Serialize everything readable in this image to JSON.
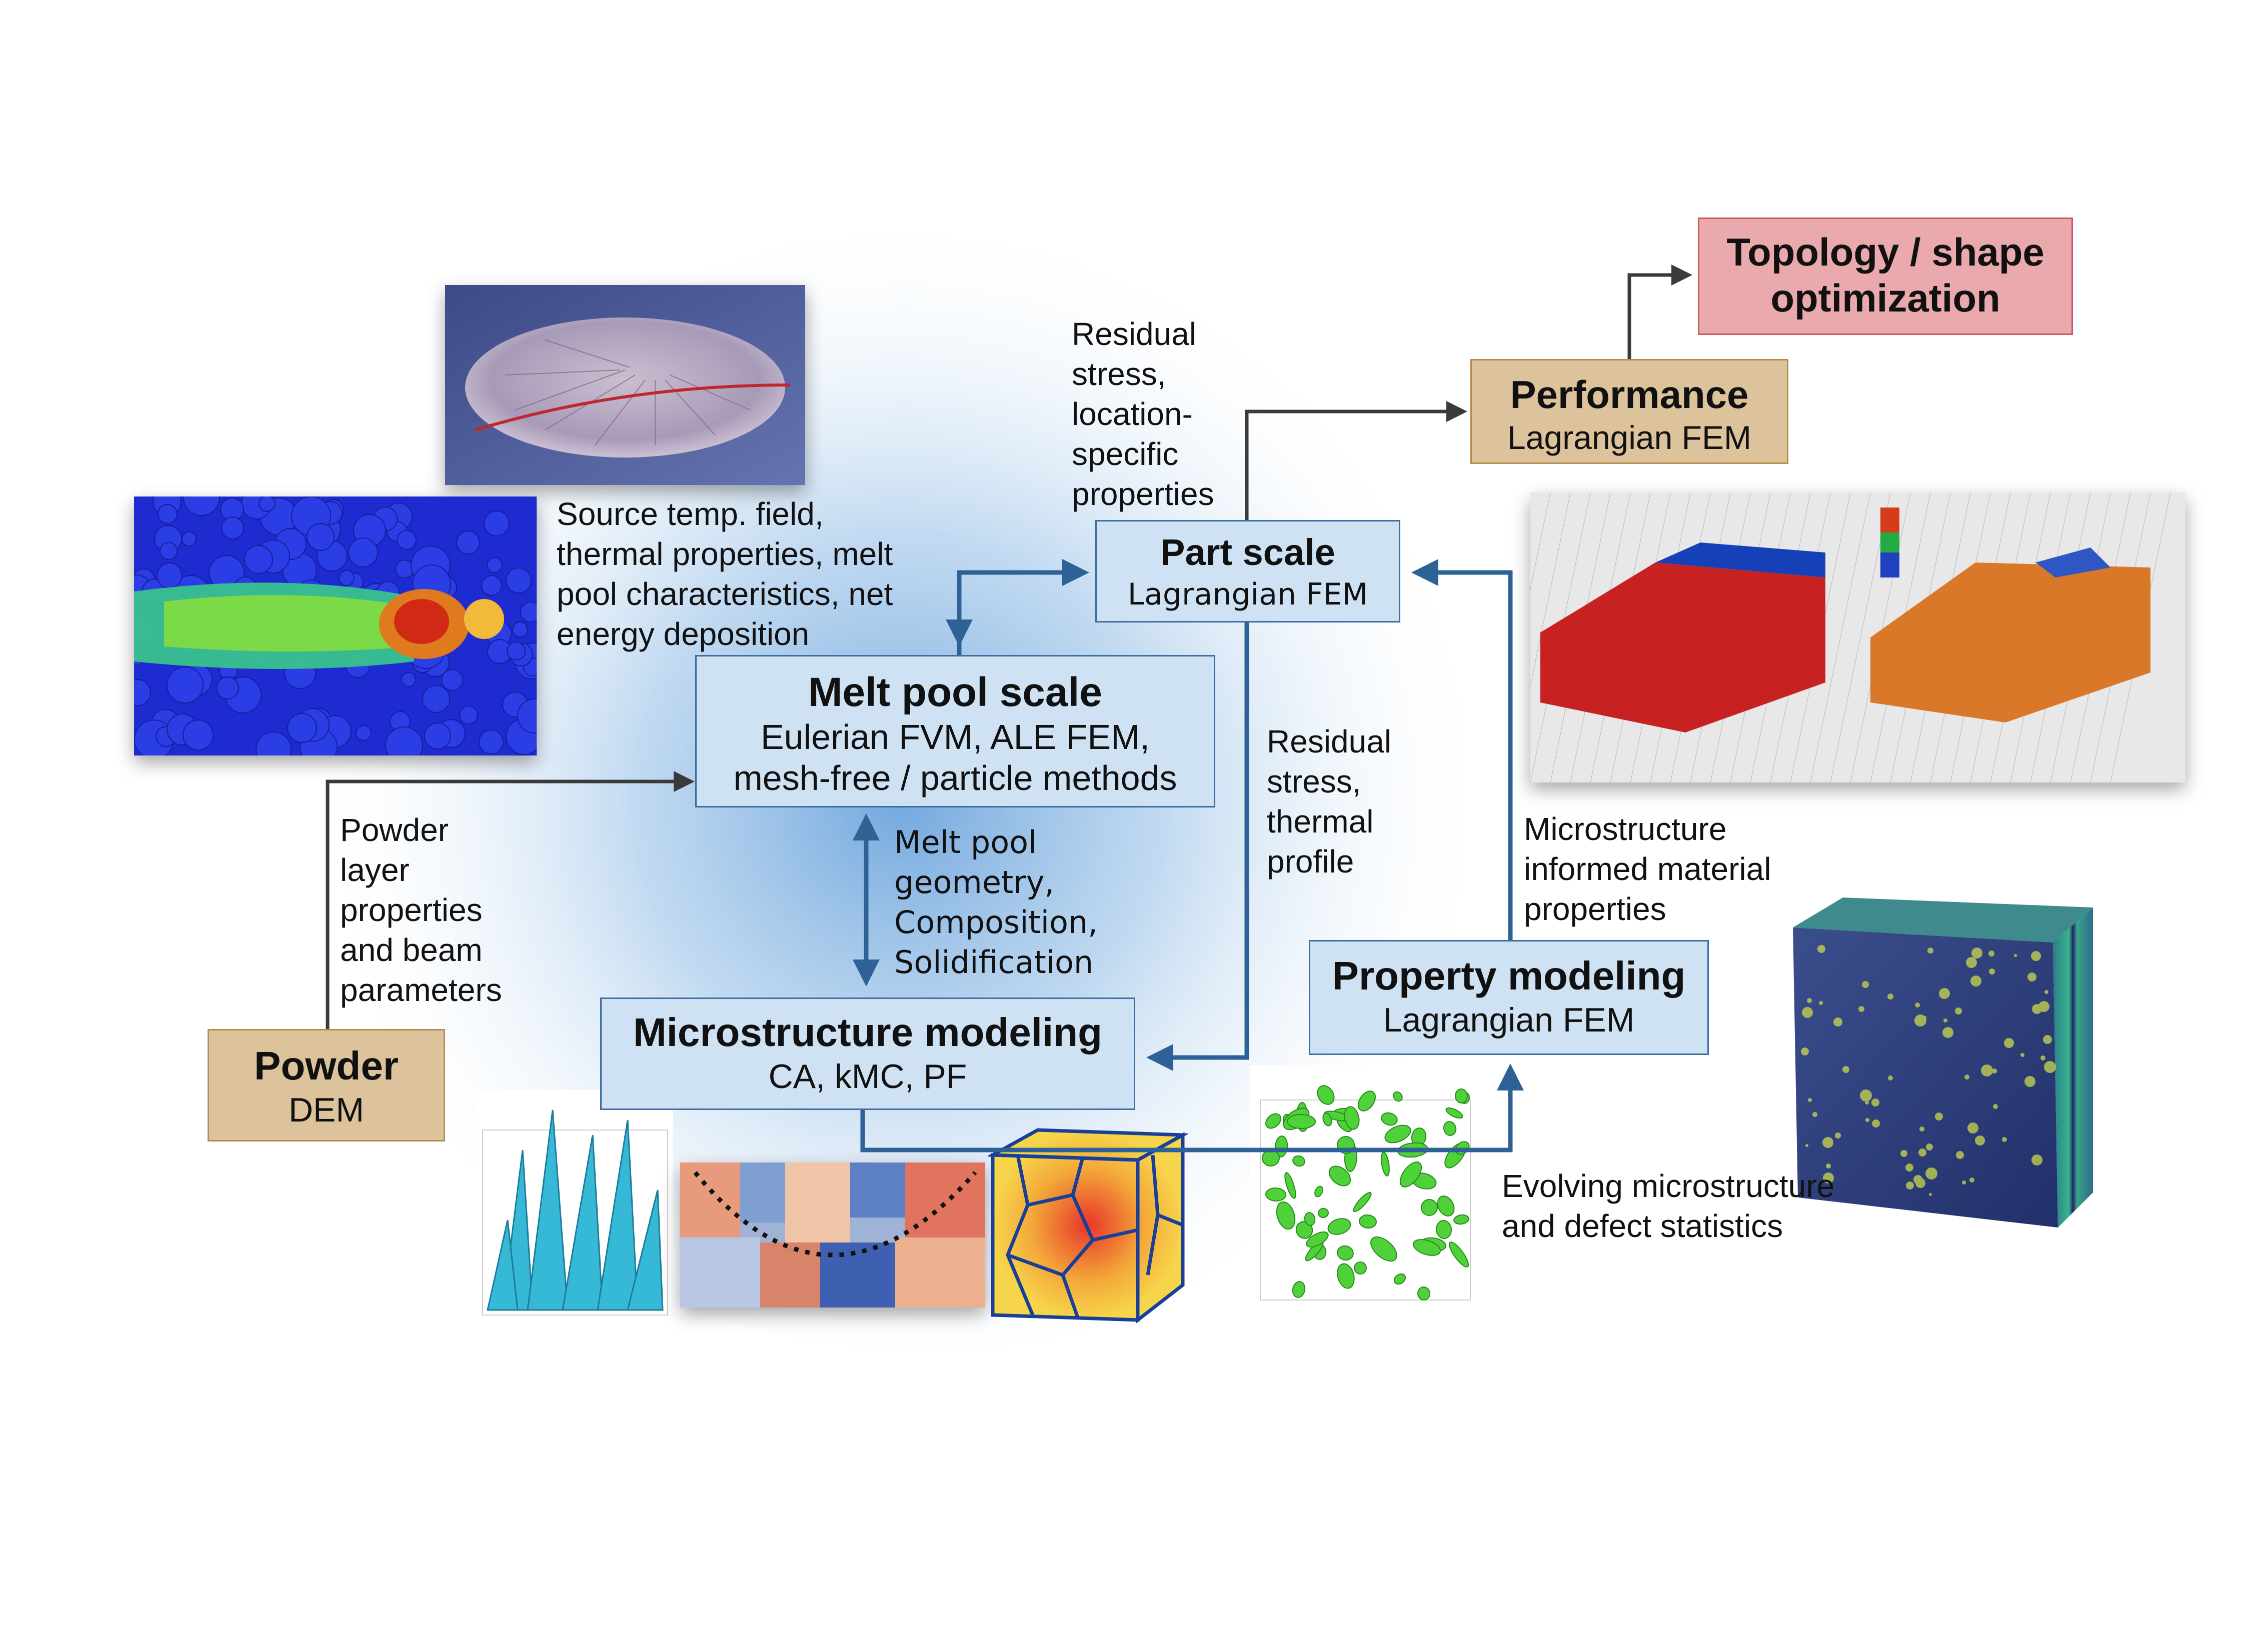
{
  "boxes": {
    "topology": {
      "title": "Topology / shape",
      "title2": "optimization"
    },
    "performance": {
      "title": "Performance",
      "subtitle": "Lagrangian FEM"
    },
    "part_scale": {
      "title": "Part scale",
      "subtitle": "Lagrangian FEM"
    },
    "melt_pool": {
      "title": "Melt pool scale",
      "sub1": "Eulerian FVM, ALE FEM,",
      "sub2": "mesh-free / particle methods"
    },
    "microstructure": {
      "title": "Microstructure modeling",
      "subtitle": "CA, kMC, PF"
    },
    "property": {
      "title": "Property modeling",
      "subtitle": "Lagrangian FEM"
    },
    "powder": {
      "title": "Powder",
      "subtitle": "DEM"
    }
  },
  "labels": {
    "residual_location": "Residual\nstress,\nlocation-\nspecific\nproperties",
    "source_temp": "Source temp. field,\nthermal properties, melt\npool characteristics, net\nenergy deposition",
    "powder_layer": "Powder\nlayer\nproperties\nand beam\nparameters",
    "melt_geometry": "Melt pool\ngeometry,\nComposition,\nSolidification",
    "residual_thermal": "Residual\nstress,\nthermal\nprofile",
    "microstructure_informed": "Microstructure\ninformed material\nproperties",
    "evolving": "Evolving microstructure\nand defect statistics"
  },
  "images": [
    "melt-pool-simulation",
    "powder-bed-temperature-field",
    "part-scale-fem-models",
    "dendrite-microstructure",
    "grain-structure-map",
    "grain-cube",
    "defect-pores",
    "texture-cube"
  ],
  "colors": {
    "arrow_blue": "#2e6296",
    "arrow_dark": "#3a3a3a",
    "box_blue": "#cfe2f3",
    "box_tan": "#dcc39c",
    "box_pink": "#eaaaad"
  }
}
